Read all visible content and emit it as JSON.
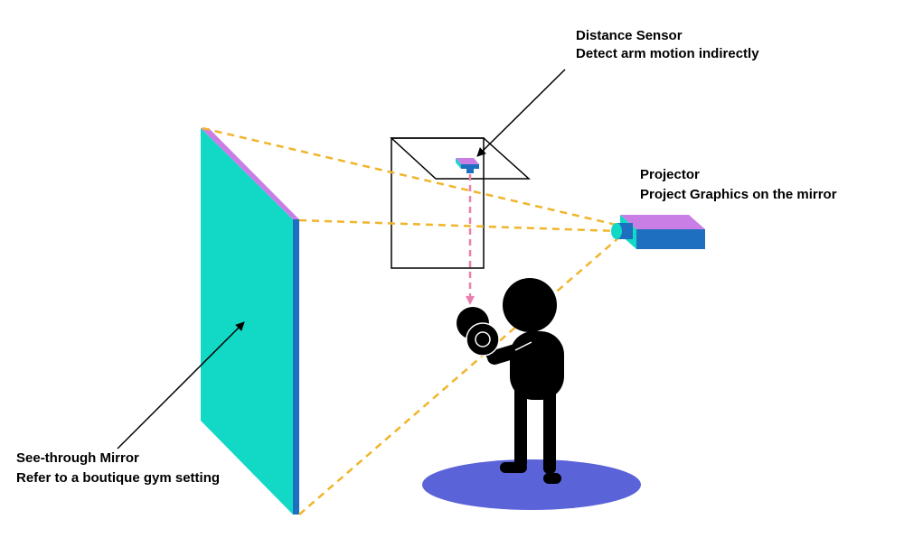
{
  "labels": {
    "sensor": {
      "title": "Distance Sensor",
      "desc": "Detect arm motion indirectly"
    },
    "projector": {
      "title": "Projector",
      "desc": "Project Graphics on the mirror"
    },
    "mirror": {
      "title": "See-through Mirror",
      "desc": "Refer to a boutique gym setting"
    }
  },
  "colors": {
    "mirror_face": "#12d9c6",
    "mirror_edge": "#1e6fbf",
    "mirror_top": "#c97ee6",
    "projector_top": "#c97ee6",
    "projector_side": "#1e6fbf",
    "projector_lens": "#12d9c6",
    "sensor_top": "#c97ee6",
    "sensor_body": "#1e6fbf",
    "projection_lines": "#f0b52a",
    "sensor_beam": "#ec7fae",
    "floor_mat": "#5b63d9",
    "figure": "#000000"
  },
  "icons": [
    "arrow-icon",
    "dumbbell-icon",
    "person-icon"
  ]
}
